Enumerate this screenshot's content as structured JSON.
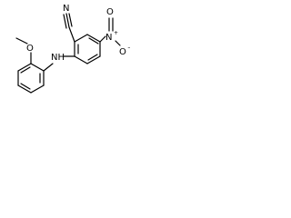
{
  "molecule": {
    "atoms": {
      "nitrile_n": "N",
      "amine": "NH",
      "ether_o": "O",
      "nitro_n": "N",
      "nitro_o_top": "O",
      "nitro_o_bottom": "O",
      "nitro_n_charge": "+",
      "nitro_o_charge": "−"
    }
  }
}
